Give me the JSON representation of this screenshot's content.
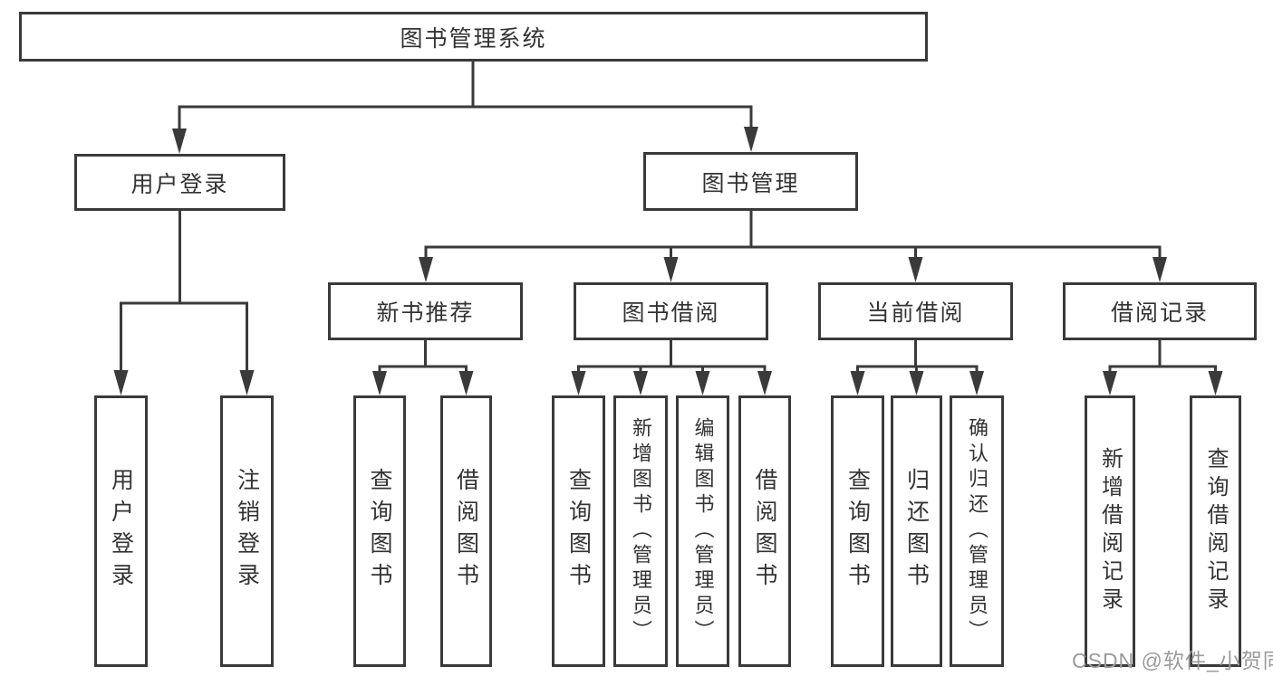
{
  "colors": {
    "node_border": "#3a3a3a",
    "node_text": "#333333",
    "connector": "#3a3a3a",
    "watermark_text": "#9b9b9b",
    "background": "#ffffff"
  },
  "tree": {
    "root": "图书管理系统",
    "branches": [
      {
        "label": "用户登录",
        "children": [
          "用户登录",
          "注销登录"
        ]
      },
      {
        "label": "图书管理",
        "sections": [
          {
            "label": "新书推荐",
            "children": [
              "查询图书",
              "借阅图书"
            ]
          },
          {
            "label": "图书借阅",
            "children": [
              "查询图书",
              "新增图书（管理员）",
              "编辑图书（管理员）",
              "借阅图书"
            ]
          },
          {
            "label": "当前借阅",
            "children": [
              "查询图书",
              "归还图书",
              "确认归还（管理员）"
            ]
          },
          {
            "label": "借阅记录",
            "children": [
              "新增借阅记录",
              "查询借阅记录"
            ]
          }
        ]
      }
    ]
  },
  "watermark": "CSDN @软件_小贺同学"
}
